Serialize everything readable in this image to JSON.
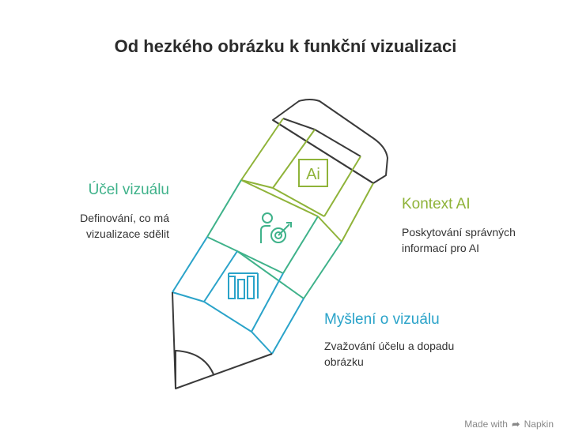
{
  "title": "Od hezkého obrázku k funkční vizualizaci",
  "colors": {
    "olive": "#8fb339",
    "green": "#3fb28a",
    "blue": "#2aa3c9",
    "outline": "#3a3a3a"
  },
  "sections": {
    "left": {
      "heading": "Účel vizuálu",
      "description": "Definování, co má vizualizace sdělit",
      "icon": "target-person-icon",
      "color": "#3fb28a"
    },
    "right": {
      "heading": "Kontext AI",
      "description": "Poskytování správných informací pro AI",
      "icon": "ai-icon",
      "color": "#8fb339"
    },
    "bottom": {
      "heading": "Myšlení o vizuálu",
      "description": "Zvažování účelu a dopadu obrázku",
      "icon": "columns-icon",
      "color": "#2aa3c9"
    }
  },
  "ai_icon_text": "Ai",
  "footer": {
    "made_with": "Made with",
    "brand": "Napkin"
  }
}
